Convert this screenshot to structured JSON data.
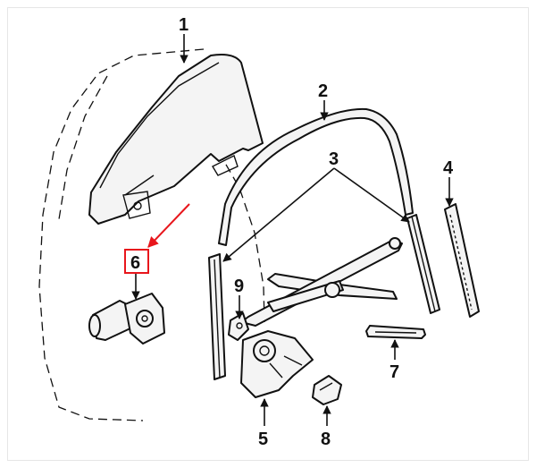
{
  "callouts": [
    {
      "id": "1",
      "label": "1"
    },
    {
      "id": "2",
      "label": "2"
    },
    {
      "id": "3",
      "label": "3"
    },
    {
      "id": "4",
      "label": "4"
    },
    {
      "id": "5",
      "label": "5"
    },
    {
      "id": "6",
      "label": "6",
      "highlighted": true
    },
    {
      "id": "7",
      "label": "7"
    },
    {
      "id": "8",
      "label": "8"
    },
    {
      "id": "9",
      "label": "9"
    }
  ],
  "colors": {
    "highlight": "#e8161c",
    "line": "#111111",
    "background": "#ffffff"
  }
}
